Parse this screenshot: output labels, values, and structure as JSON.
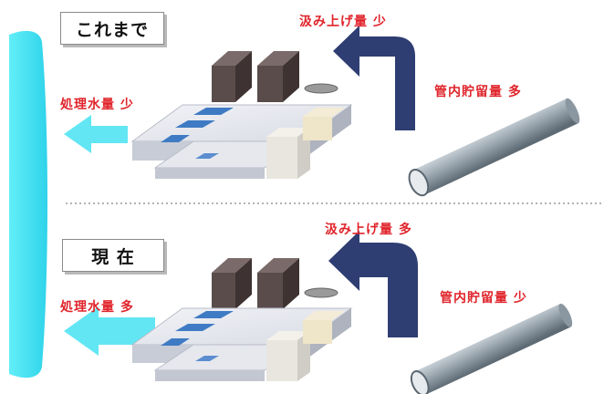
{
  "top_panel": {
    "title": "これまで",
    "pump_label": "汲み上げ量  少",
    "treated_label": "処理水量  少",
    "storage_label": "管内貯留量  多"
  },
  "bottom_panel": {
    "title": "現  在",
    "pump_label": "汲み上げ量  多",
    "treated_label": "処理水量  多",
    "storage_label": "管内貯留量  少"
  },
  "colors": {
    "label_red": "#e0242b",
    "river": "#3fe4f2",
    "outflow_arrow": "#62e6f4",
    "pump_arrow": "#2e3d72",
    "pipe": "#8d99a3"
  },
  "icons": [
    "river-shape",
    "outflow-arrow",
    "pump-arrow",
    "pipe",
    "treatment-plant",
    "divider-line"
  ]
}
